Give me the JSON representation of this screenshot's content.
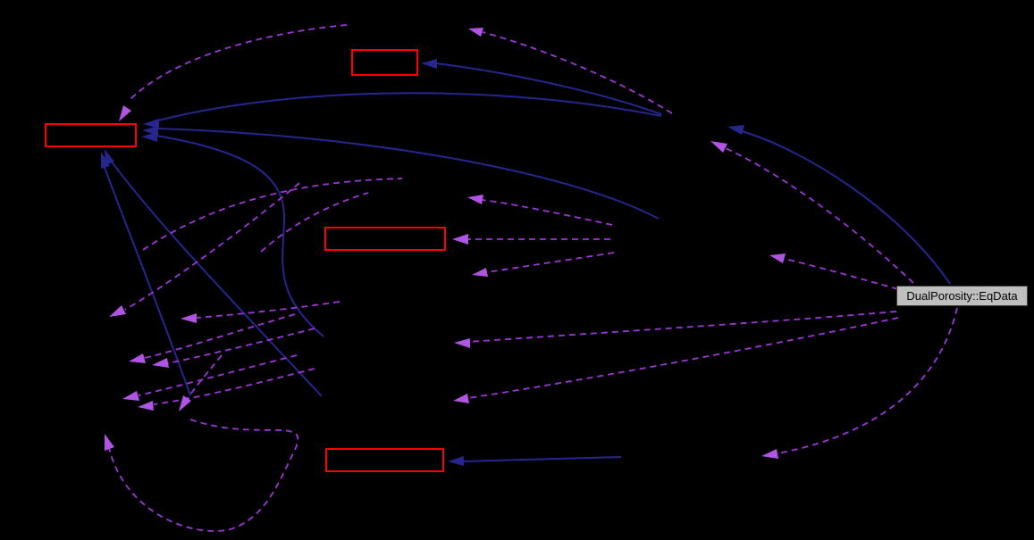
{
  "graph": {
    "title": "collaboration-graph",
    "main_node": {
      "label": "DualPorosity::EqData",
      "fill": "#bfbfbf",
      "border": "#3f3f3f",
      "text_color": "#000000"
    },
    "red_nodes": [
      {
        "id": "node-top"
      },
      {
        "id": "node-left"
      },
      {
        "id": "node-middle"
      },
      {
        "id": "node-bottom"
      }
    ],
    "colors": {
      "background": "#000000",
      "node_border_red": "#ff0000",
      "solid_edge": "#26268e",
      "dashed_edge": "#9c36d6",
      "dashed_arrow": "#b054e4"
    },
    "edges_summary": {
      "solid_count": 8,
      "dashed_count": 20,
      "solid_style": "solid",
      "dashed_style": "dashed"
    }
  }
}
